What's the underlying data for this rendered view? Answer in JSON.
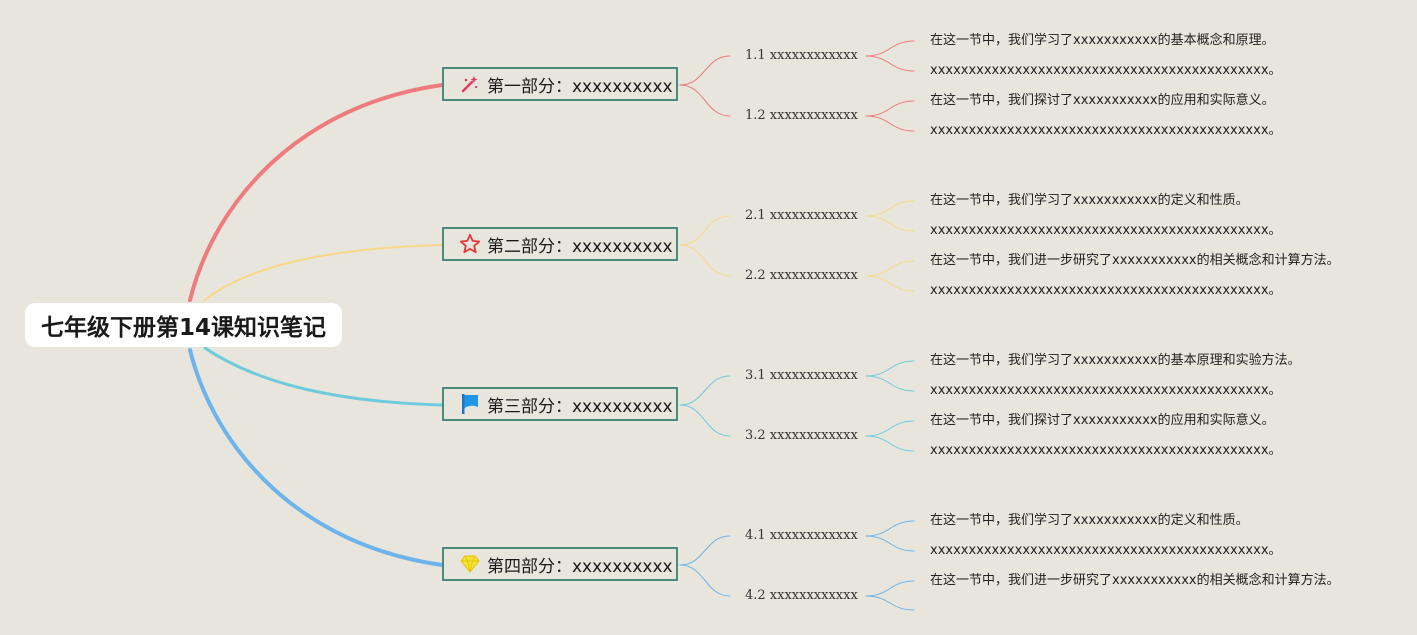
{
  "title": "七年级下册第14课知识笔记",
  "colors": {
    "background": "#e8e5dc",
    "section_border": "#4a8a7a",
    "branch_1": "#ee7b7e",
    "branch_2": "#f8d98a",
    "branch_3": "#6fcbdc",
    "branch_4": "#6db4ec"
  },
  "sections": [
    {
      "label": "第一部分：xxxxxxxxxx",
      "icon": "magic-wand-icon",
      "subs": [
        {
          "label": "1.1 xxxxxxxxxxxx",
          "notes": [
            "在这一节中，我们学习了xxxxxxxxxxx的基本概念和原理。",
            "xxxxxxxxxxxxxxxxxxxxxxxxxxxxxxxxxxxxxxxxxxxx。"
          ]
        },
        {
          "label": "1.2 xxxxxxxxxxxx",
          "notes": [
            "在这一节中，我们探讨了xxxxxxxxxxx的应用和实际意义。",
            "xxxxxxxxxxxxxxxxxxxxxxxxxxxxxxxxxxxxxxxxxxxx。"
          ]
        }
      ]
    },
    {
      "label": "第二部分：xxxxxxxxxx",
      "icon": "star-icon",
      "subs": [
        {
          "label": "2.1 xxxxxxxxxxxx",
          "notes": [
            "在这一节中，我们学习了xxxxxxxxxxx的定义和性质。",
            "xxxxxxxxxxxxxxxxxxxxxxxxxxxxxxxxxxxxxxxxxxxx。"
          ]
        },
        {
          "label": "2.2 xxxxxxxxxxxx",
          "notes": [
            "在这一节中，我们进一步研究了xxxxxxxxxxx的相关概念和计算方法。",
            "xxxxxxxxxxxxxxxxxxxxxxxxxxxxxxxxxxxxxxxxxxxx。"
          ]
        }
      ]
    },
    {
      "label": "第三部分：xxxxxxxxxx",
      "icon": "flag-icon",
      "subs": [
        {
          "label": "3.1 xxxxxxxxxxxx",
          "notes": [
            "在这一节中，我们学习了xxxxxxxxxxx的基本原理和实验方法。",
            "xxxxxxxxxxxxxxxxxxxxxxxxxxxxxxxxxxxxxxxxxxxx。"
          ]
        },
        {
          "label": "3.2 xxxxxxxxxxxx",
          "notes": [
            "在这一节中，我们探讨了xxxxxxxxxxx的应用和实际意义。",
            "xxxxxxxxxxxxxxxxxxxxxxxxxxxxxxxxxxxxxxxxxxxx。"
          ]
        }
      ]
    },
    {
      "label": "第四部分：xxxxxxxxxx",
      "icon": "gem-icon",
      "subs": [
        {
          "label": "4.1 xxxxxxxxxxxx",
          "notes": [
            "在这一节中，我们学习了xxxxxxxxxxx的定义和性质。",
            "xxxxxxxxxxxxxxxxxxxxxxxxxxxxxxxxxxxxxxxxxxxx。"
          ]
        },
        {
          "label": "4.2 xxxxxxxxxxxx",
          "notes": [
            "在这一节中，我们进一步研究了xxxxxxxxxxx的相关概念和计算方法。"
          ]
        }
      ]
    }
  ]
}
